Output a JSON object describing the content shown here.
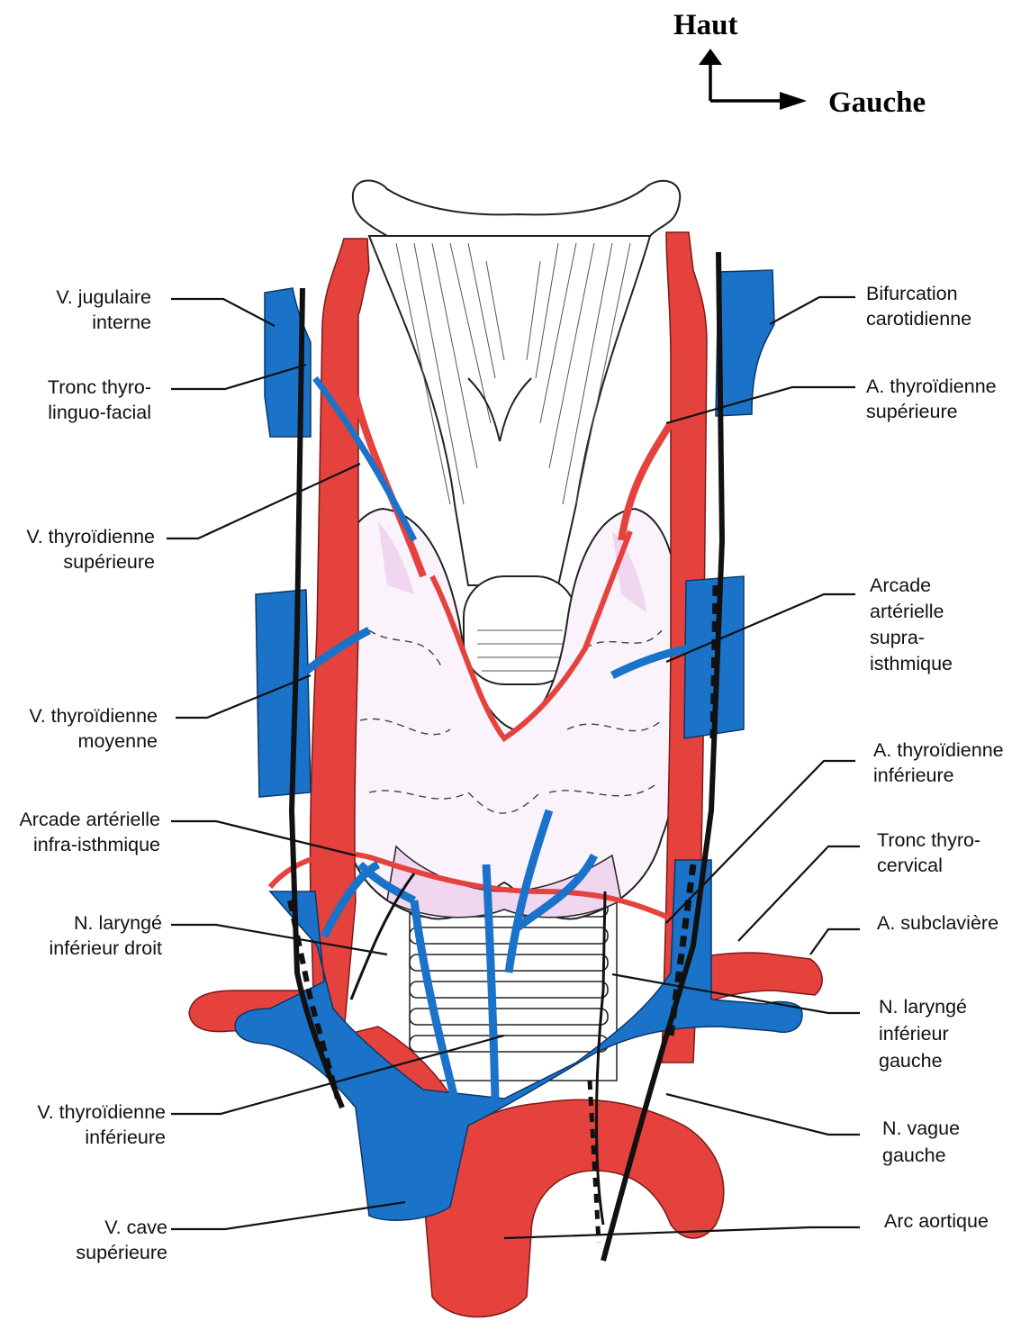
{
  "orientation": {
    "up": "Haut",
    "left": "Gauche"
  },
  "labels": {
    "jugular_1": "V. jugulaire",
    "jugular_2": "interne",
    "tltf_1": "Tronc thyro-",
    "tltf_2": "linguo-facial",
    "vts_1": "V. thyroïdienne",
    "vts_2": "supérieure",
    "vtm_1": "V. thyroïdienne",
    "vtm_2": "moyenne",
    "aai_1": "Arcade artérielle",
    "aai_2": "infra-isthmique",
    "nlid_1": "N. laryngé",
    "nlid_2": "inférieur droit",
    "vti_1": "V. thyroïdienne",
    "vti_2": "inférieure",
    "vcs_1": "V. cave",
    "vcs_2": "supérieure",
    "bif_1": "Bifurcation",
    "bif_2": "carotidienne",
    "ats_1": "A. thyroïdienne",
    "ats_2": "supérieure",
    "aas_1": "Arcade",
    "aas_2": "artérielle",
    "aas_3": "supra-",
    "aas_4": "isthmique",
    "ati_1": "A. thyroïdienne",
    "ati_2": "inférieure",
    "tc_1": "Tronc thyro-",
    "tc_2": "cervical",
    "asub": "A. subclavière",
    "nlig_1": "N. laryngé",
    "nlig_2": "inférieur",
    "nlig_3": "gauche",
    "nvg_1": "N. vague",
    "nvg_2": "gauche",
    "arc": "Arc aortique"
  },
  "colors": {
    "artery": "#e5423e",
    "vein": "#1a73c9",
    "gland": "#fbf3fb",
    "gland_shade": "#f0d6ef",
    "cartilage": "#ffffff",
    "nerve": "#111111"
  }
}
